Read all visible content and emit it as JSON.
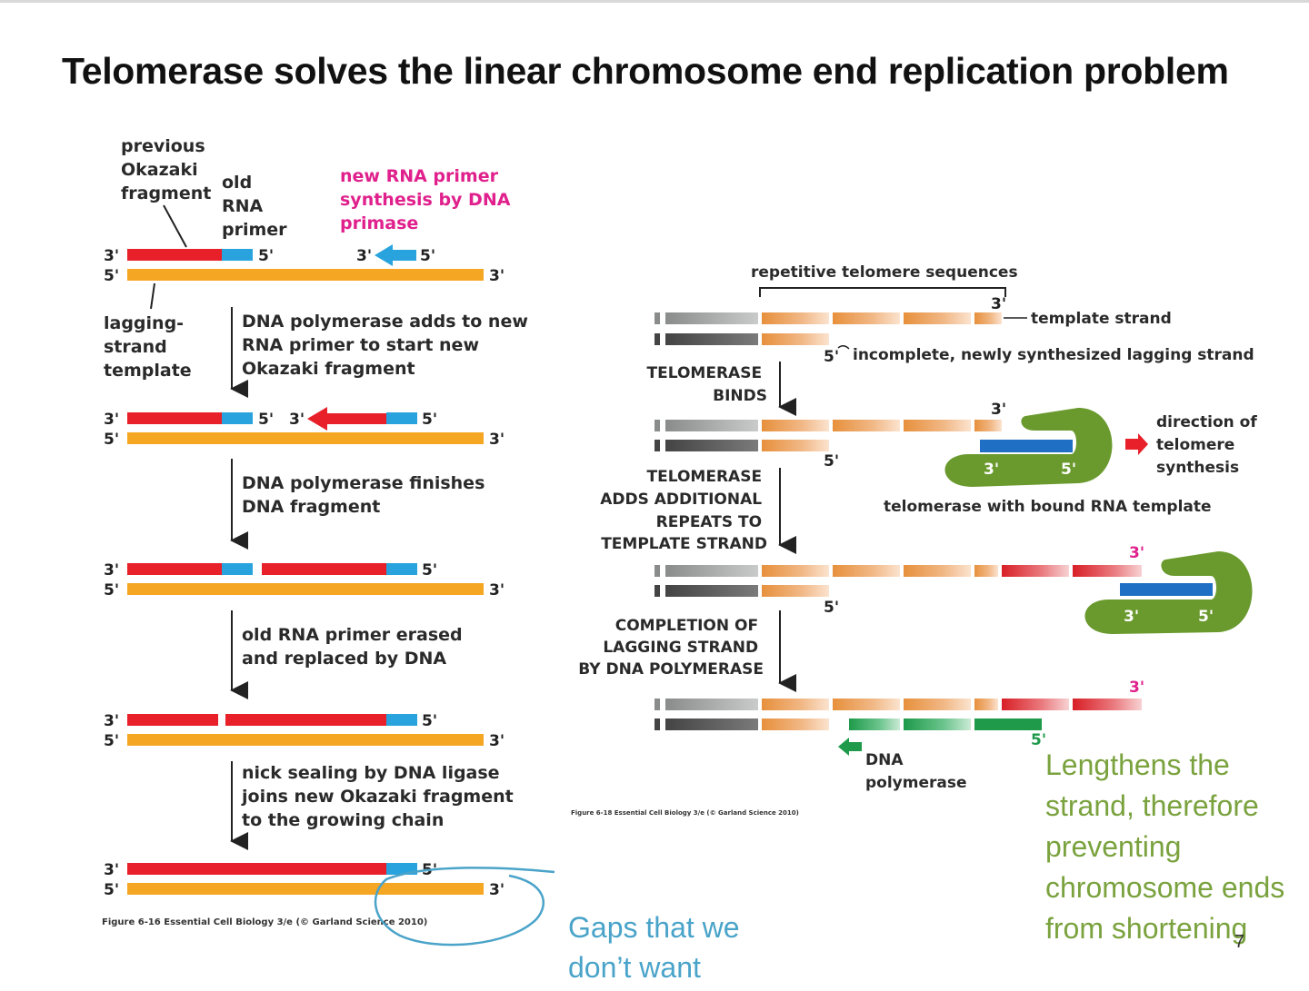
{
  "title": "Telomerase solves the linear chromosome end replication problem",
  "left_figure": {
    "label_previous_okazaki": [
      "previous",
      "Okazaki",
      "fragment"
    ],
    "label_old_rna_primer": [
      "old",
      "RNA",
      "primer"
    ],
    "label_new_rna_primer": [
      "new RNA primer",
      "synthesis by DNA",
      "primase"
    ],
    "label_lagging_template": [
      "lagging-",
      "strand",
      "template"
    ],
    "step1": [
      "DNA polymerase adds to new",
      "RNA primer to start new",
      "Okazaki fragment"
    ],
    "step2": [
      "DNA polymerase finishes",
      "DNA fragment"
    ],
    "step3": [
      "old RNA primer erased",
      "and replaced by DNA"
    ],
    "step4": [
      "nick sealing by DNA ligase",
      "joins new Okazaki fragment",
      "to the growing chain"
    ],
    "caption": "Figure 6-16 Essential Cell Biology 3/e (© Garland Science 2010)",
    "end_3": "3'",
    "end_5": "5'"
  },
  "right_figure": {
    "label_repetitive": "repetitive telomere sequences",
    "label_template_strand": "template strand",
    "label_incomplete": "incomplete, newly synthesized lagging strand",
    "step1": [
      "TELOMERASE",
      "BINDS"
    ],
    "step2": [
      "TELOMERASE",
      "ADDS ADDITIONAL",
      "REPEATS TO",
      "TEMPLATE STRAND"
    ],
    "step3": [
      "COMPLETION OF",
      "LAGGING STRAND",
      "BY DNA POLYMERASE"
    ],
    "label_direction": [
      "direction of",
      "telomere",
      "synthesis"
    ],
    "label_telomerase": "telomerase with bound RNA template",
    "label_dna_polymerase": [
      "DNA",
      "polymerase"
    ],
    "caption": "Figure 6-18 Essential Cell Biology 3/e (© Garland Science 2010)"
  },
  "annotations": {
    "gaps": [
      "Gaps that we",
      "don’t want"
    ],
    "lengthens": [
      "Lengthens the",
      "strand, therefore",
      "preventing",
      "chromosome ends",
      "from shortening"
    ]
  },
  "slide_number": "7",
  "colors": {
    "dna_red": "#e8202a",
    "dna_orange": "#f5a623",
    "rna_blue": "#29a3de",
    "magenta": "#e0208c",
    "telomerase_green": "#6a9a2e",
    "polymerase_green": "#1e9a4a",
    "annotation_blue": "#4aa3c9",
    "annotation_green": "#7aa23e"
  }
}
